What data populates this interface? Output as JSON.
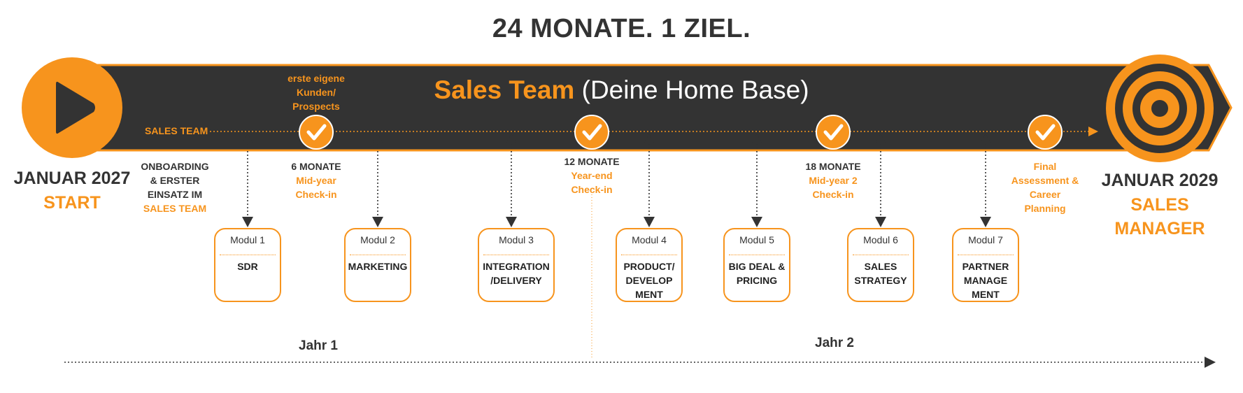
{
  "title": "24 MONATE. 1 ZIEL.",
  "banner": {
    "highlight": "Sales Team",
    "rest": " (Deine Home Base)"
  },
  "colors": {
    "orange": "#f7941d",
    "dark": "#333333",
    "white": "#ffffff"
  },
  "track_label": "SALES TEAM",
  "start": {
    "date": "JANUAR 2027",
    "label": "START",
    "icon": "play-icon"
  },
  "goal": {
    "date": "JANUAR 2029",
    "label": "SALES MANAGER",
    "icon": "target-icon"
  },
  "onboarding": {
    "lines": [
      "ONBOARDING",
      "& ERSTER",
      "EINSATZ IM"
    ],
    "highlight": "SALES TEAM"
  },
  "milestones": [
    {
      "top_lines": [
        "erste eigene",
        "Kunden/",
        "Prospects"
      ],
      "icon": "check-icon"
    },
    {
      "heading": "6 MONATE",
      "lines": [
        "Mid-year",
        "Check-in"
      ],
      "icon": "check-icon"
    },
    {
      "heading": "12 MONATE",
      "lines": [
        "Year-end",
        "Check-in"
      ],
      "icon": "check-icon"
    },
    {
      "heading": "18 MONATE",
      "lines": [
        "Mid-year 2",
        "Check-in"
      ],
      "icon": "check-icon"
    },
    {
      "lines": [
        "Final",
        "Assessment &",
        "Career",
        "Planning"
      ],
      "icon": "check-icon"
    }
  ],
  "modules": [
    {
      "head": "Modul 1",
      "name": "SDR"
    },
    {
      "head": "Modul 2",
      "name": "MARKETING"
    },
    {
      "head": "Modul 3",
      "name": "INTEGRATION\n/DELIVERY"
    },
    {
      "head": "Modul 4",
      "name": "PRODUCT/\nDEVELOP\nMENT"
    },
    {
      "head": "Modul 5",
      "name": "BIG DEAL &\nPRICING"
    },
    {
      "head": "Modul 6",
      "name": "SALES\nSTRATEGY"
    },
    {
      "head": "Modul 7",
      "name": "PARTNER\nMANAGE\nMENT"
    }
  ],
  "years": [
    "Jahr 1",
    "Jahr 2"
  ]
}
